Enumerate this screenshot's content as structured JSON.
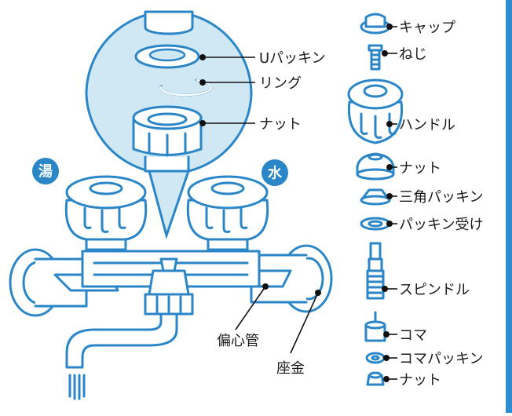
{
  "badges": {
    "hot": "湯",
    "cold": "水"
  },
  "zoom_labels": {
    "u_packing": "Uパッキン",
    "ring": "リング",
    "nut": "ナット"
  },
  "faucet_labels": {
    "eccentric_pipe": "偏心管",
    "washer_seat": "座金"
  },
  "parts": [
    {
      "label": "キャップ",
      "icon": "cap-icon"
    },
    {
      "label": "ねじ",
      "icon": "screw-icon"
    },
    {
      "label": "ハンドル",
      "icon": "handle-icon"
    },
    {
      "label": "ナット",
      "icon": "nut-icon"
    },
    {
      "label": "三角パッキン",
      "icon": "triangle-packing-icon"
    },
    {
      "label": "パッキン受け",
      "icon": "packing-holder-icon"
    },
    {
      "label": "スピンドル",
      "icon": "spindle-icon"
    },
    {
      "label": "コマ",
      "icon": "valve-piece-icon"
    },
    {
      "label": "コマパッキン",
      "icon": "valve-packing-icon"
    },
    {
      "label": "ナット",
      "icon": "small-nut-icon"
    }
  ],
  "colors": {
    "accent": "#2b86c8",
    "zoom_fill": "#cfe8f3",
    "side_bar": "#2f8ccf"
  }
}
